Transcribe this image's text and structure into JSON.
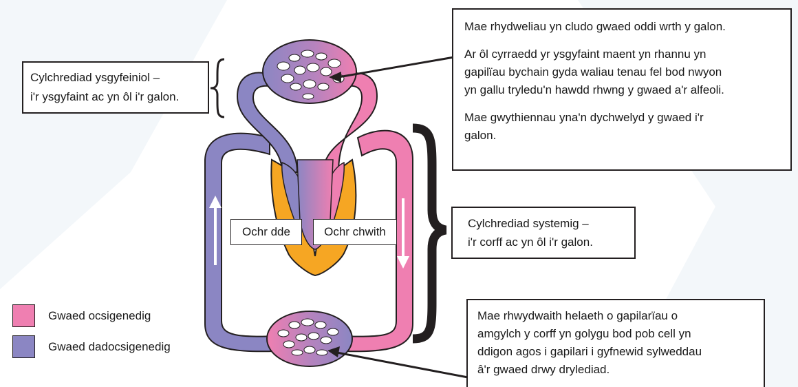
{
  "pulmonary_label": {
    "line1": "Cylchrediad ysgyfeiniol –",
    "line2": "i'r ysgyfaint ac yn ôl i'r galon."
  },
  "systemic_label": {
    "line1": "Cylchrediad systemig –",
    "line2": "i'r corff ac yn ôl i'r galon."
  },
  "lungs_info": {
    "p1": "Mae rhydweliau yn cludo gwaed oddi wrth y galon.",
    "p2_lines": [
      "Ar ôl cyrraedd yr ysgyfaint maent yn rhannu yn",
      "gapilïau bychain gyda waliau tenau fel bod nwyon",
      "yn gallu tryledu'n hawdd rhwng y gwaed a'r alfeoli."
    ],
    "p3_lines": [
      "Mae gwythiennau yna'n dychwelyd y gwaed i'r",
      "galon."
    ]
  },
  "body_info": {
    "lines": [
      "Mae rhwydwaith helaeth o gapilarïau o",
      "amgylch y corff yn golygu bod pob cell yn",
      "ddigon agos i gapilari i gyfnewid sylweddau",
      "â'r gwaed drwy drylediad."
    ]
  },
  "heart_labels": {
    "right_side": "Ochr dde",
    "left_side": "Ochr chwith"
  },
  "legend": [
    {
      "label": "Gwaed ocsigenedig",
      "color": "#ef7fb1"
    },
    {
      "label": "Gwaed dadocsigenedig",
      "color": "#8b86c3"
    }
  ],
  "colors": {
    "oxygenated": "#ef7fb1",
    "deoxygenated": "#8b86c3",
    "heart_wall": "#f6a623",
    "outline": "#231f20",
    "background_shape": "#f1f5f9"
  }
}
